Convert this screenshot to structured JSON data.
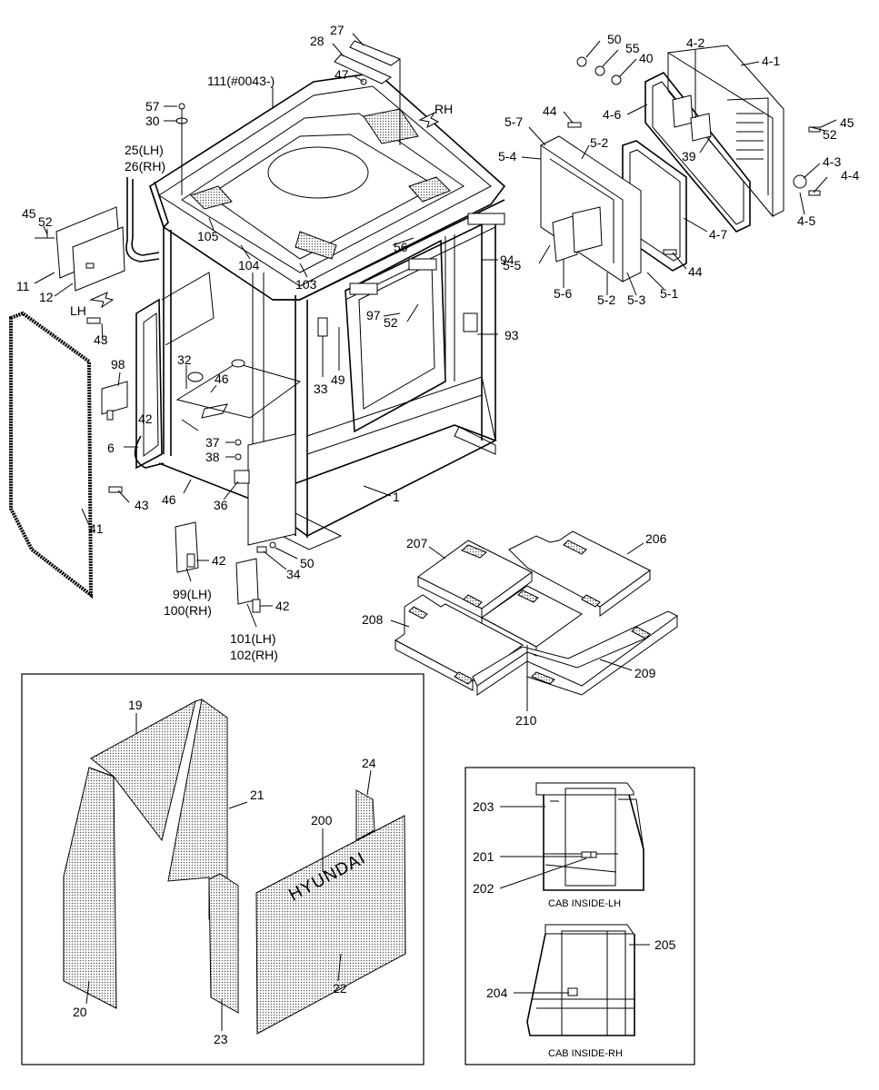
{
  "labels": [
    {
      "id": "l27",
      "text": "27"
    },
    {
      "id": "l28",
      "text": "28"
    },
    {
      "id": "l47",
      "text": "47"
    },
    {
      "id": "l111",
      "text": "111(#0043-)"
    },
    {
      "id": "l57",
      "text": "57"
    },
    {
      "id": "l30",
      "text": "30"
    },
    {
      "id": "l25",
      "text": "25(LH)"
    },
    {
      "id": "l26",
      "text": "26(RH)"
    },
    {
      "id": "lRH",
      "text": "RH"
    },
    {
      "id": "l45a",
      "text": "45"
    },
    {
      "id": "l52a",
      "text": "52"
    },
    {
      "id": "l11",
      "text": "11"
    },
    {
      "id": "l12",
      "text": "12"
    },
    {
      "id": "lLH",
      "text": "LH"
    },
    {
      "id": "l105",
      "text": "105"
    },
    {
      "id": "l104",
      "text": "104"
    },
    {
      "id": "l103",
      "text": "103"
    },
    {
      "id": "l56",
      "text": "56"
    },
    {
      "id": "l94",
      "text": "94"
    },
    {
      "id": "l97",
      "text": "97"
    },
    {
      "id": "l52b",
      "text": "52"
    },
    {
      "id": "l93",
      "text": "93"
    },
    {
      "id": "l43a",
      "text": "43"
    },
    {
      "id": "l98",
      "text": "98"
    },
    {
      "id": "l32",
      "text": "32"
    },
    {
      "id": "l46a",
      "text": "46"
    },
    {
      "id": "l42a",
      "text": "42"
    },
    {
      "id": "l33",
      "text": "33"
    },
    {
      "id": "l49",
      "text": "49"
    },
    {
      "id": "l6",
      "text": "6"
    },
    {
      "id": "l37",
      "text": "37"
    },
    {
      "id": "l38",
      "text": "38"
    },
    {
      "id": "l43b",
      "text": "43"
    },
    {
      "id": "l46b",
      "text": "46"
    },
    {
      "id": "l36",
      "text": "36"
    },
    {
      "id": "l1",
      "text": "1"
    },
    {
      "id": "l41",
      "text": "41"
    },
    {
      "id": "l42b",
      "text": "42"
    },
    {
      "id": "l34",
      "text": "34"
    },
    {
      "id": "l50b",
      "text": "50"
    },
    {
      "id": "l99",
      "text": "99(LH)"
    },
    {
      "id": "l100",
      "text": "100(RH)"
    },
    {
      "id": "l42c",
      "text": "42"
    },
    {
      "id": "l101",
      "text": "101(LH)"
    },
    {
      "id": "l102",
      "text": "102(RH)"
    },
    {
      "id": "l50a",
      "text": "50"
    },
    {
      "id": "l55",
      "text": "55"
    },
    {
      "id": "l40",
      "text": "40"
    },
    {
      "id": "l42t",
      "text": "4-2"
    },
    {
      "id": "l41t",
      "text": "4-1"
    },
    {
      "id": "l44a",
      "text": "44"
    },
    {
      "id": "l46t",
      "text": "4-6"
    },
    {
      "id": "l57t",
      "text": "5-7"
    },
    {
      "id": "l52t",
      "text": "5-2"
    },
    {
      "id": "l54t",
      "text": "5-4"
    },
    {
      "id": "l45b",
      "text": "45"
    },
    {
      "id": "l52c",
      "text": "52"
    },
    {
      "id": "l39",
      "text": "39"
    },
    {
      "id": "l43t",
      "text": "4-3"
    },
    {
      "id": "l44t",
      "text": "4-4"
    },
    {
      "id": "l45t",
      "text": "4-5"
    },
    {
      "id": "l47t",
      "text": "4-7"
    },
    {
      "id": "l44b",
      "text": "44"
    },
    {
      "id": "l55t",
      "text": "5-5"
    },
    {
      "id": "l56t",
      "text": "5-6"
    },
    {
      "id": "l52u",
      "text": "5-2"
    },
    {
      "id": "l53t",
      "text": "5-3"
    },
    {
      "id": "l51t",
      "text": "5-1"
    },
    {
      "id": "l207",
      "text": "207"
    },
    {
      "id": "l206",
      "text": "206"
    },
    {
      "id": "l208",
      "text": "208"
    },
    {
      "id": "l209",
      "text": "209"
    },
    {
      "id": "l210",
      "text": "210"
    },
    {
      "id": "l19",
      "text": "19"
    },
    {
      "id": "l24",
      "text": "24"
    },
    {
      "id": "l21",
      "text": "21"
    },
    {
      "id": "l200",
      "text": "200"
    },
    {
      "id": "l20",
      "text": "20"
    },
    {
      "id": "l22",
      "text": "22"
    },
    {
      "id": "l23",
      "text": "23"
    },
    {
      "id": "l203",
      "text": "203"
    },
    {
      "id": "l201",
      "text": "201"
    },
    {
      "id": "l202",
      "text": "202"
    },
    {
      "id": "l205",
      "text": "205"
    },
    {
      "id": "l204",
      "text": "204"
    }
  ],
  "brand": "HYUNDAI",
  "captions": {
    "lh": "CAB INSIDE-LH",
    "rh": "CAB INSIDE-RH"
  }
}
